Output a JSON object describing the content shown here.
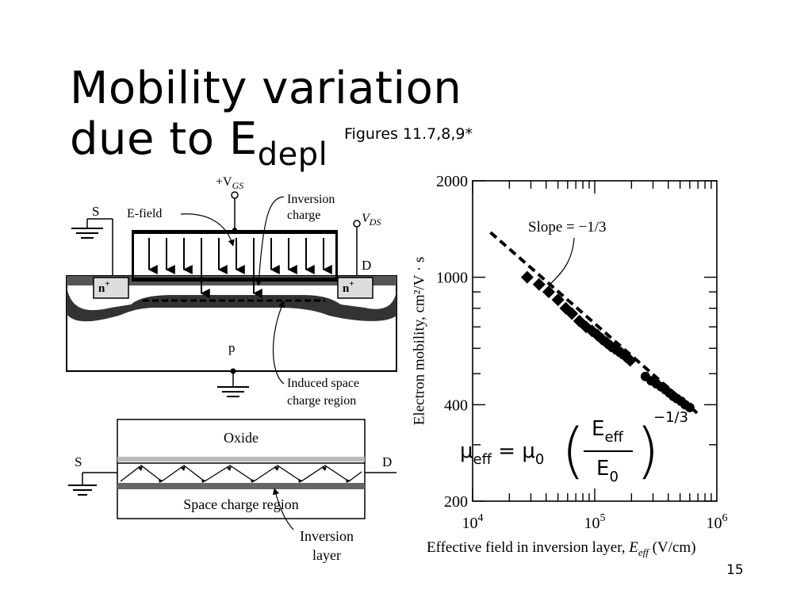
{
  "slide": {
    "title_line1": "Mobility variation",
    "title_line2_main": "due to E",
    "title_line2_sub": "depl",
    "figure_ref": "Figures 11.7,8,9*",
    "page_number": "15"
  },
  "mosfet_diagram": {
    "vgs_label": "+V",
    "vgs_sub": "GS",
    "vds_label": "V",
    "vds_sub": "DS",
    "source_label": "S",
    "drain_label": "D",
    "efield_label": "E-field",
    "inversion_line1": "Inversion",
    "inversion_line2": "charge",
    "n_plus": "n",
    "n_plus_sup": "+",
    "substrate_label": "p",
    "space_charge_line1": "Induced space",
    "space_charge_line2": "charge region"
  },
  "channel_diagram": {
    "oxide_label": "Oxide",
    "space_charge_label": "Space charge region",
    "source_label": "S",
    "drain_label": "D",
    "inversion_line1": "Inversion",
    "inversion_line2": "layer"
  },
  "chart_data": {
    "type": "scatter",
    "title": "",
    "xlabel_prefix": "Effective field in inversion layer, ",
    "xlabel_var": "E",
    "xlabel_var_sub": "eff",
    "xlabel_unit": " (V/cm)",
    "ylabel": "Electron mobility, cm²/V · s",
    "x_scale": "log",
    "y_scale": "log",
    "xlim": [
      10000,
      1000000
    ],
    "ylim": [
      200,
      2000
    ],
    "x_tick_labels": [
      {
        "base": "10",
        "exp": "4",
        "value": 10000
      },
      {
        "base": "10",
        "exp": "5",
        "value": 100000
      },
      {
        "base": "10",
        "exp": "6",
        "value": 1000000
      }
    ],
    "y_tick_labels": [
      {
        "text": "2000",
        "value": 2000
      },
      {
        "text": "1000",
        "value": 1000
      },
      {
        "text": "400",
        "value": 400
      },
      {
        "text": "200",
        "value": 200
      }
    ],
    "slope_annotation": "Slope = −1/3",
    "fit_line": {
      "x": [
        14000,
        700000
      ],
      "y": [
        1380,
        375
      ]
    },
    "series": [
      {
        "marker": "diamond",
        "x": [
          28000,
          35000,
          42000,
          50000,
          58000,
          65000,
          75000,
          85000,
          95000,
          105000,
          115000,
          125000,
          135000,
          145000,
          155000,
          165000,
          180000,
          195000
        ],
        "y": [
          1000,
          950,
          900,
          850,
          800,
          770,
          730,
          700,
          680,
          660,
          640,
          625,
          610,
          600,
          590,
          580,
          565,
          550
        ]
      },
      {
        "marker": "circle",
        "x": [
          260000,
          290000,
          320000,
          350000,
          380000,
          410000,
          440000,
          470000,
          510000,
          550000,
          600000
        ],
        "y": [
          490,
          475,
          465,
          455,
          445,
          435,
          425,
          418,
          410,
          400,
          392
        ]
      }
    ],
    "formula": {
      "mu": "μ",
      "mu_sub": "eff",
      "equals": " = μ",
      "mu0_sub": "0",
      "num": "E",
      "num_sub": "eff",
      "den": "E",
      "den_sub": "0",
      "exponent": "−1/3"
    }
  }
}
